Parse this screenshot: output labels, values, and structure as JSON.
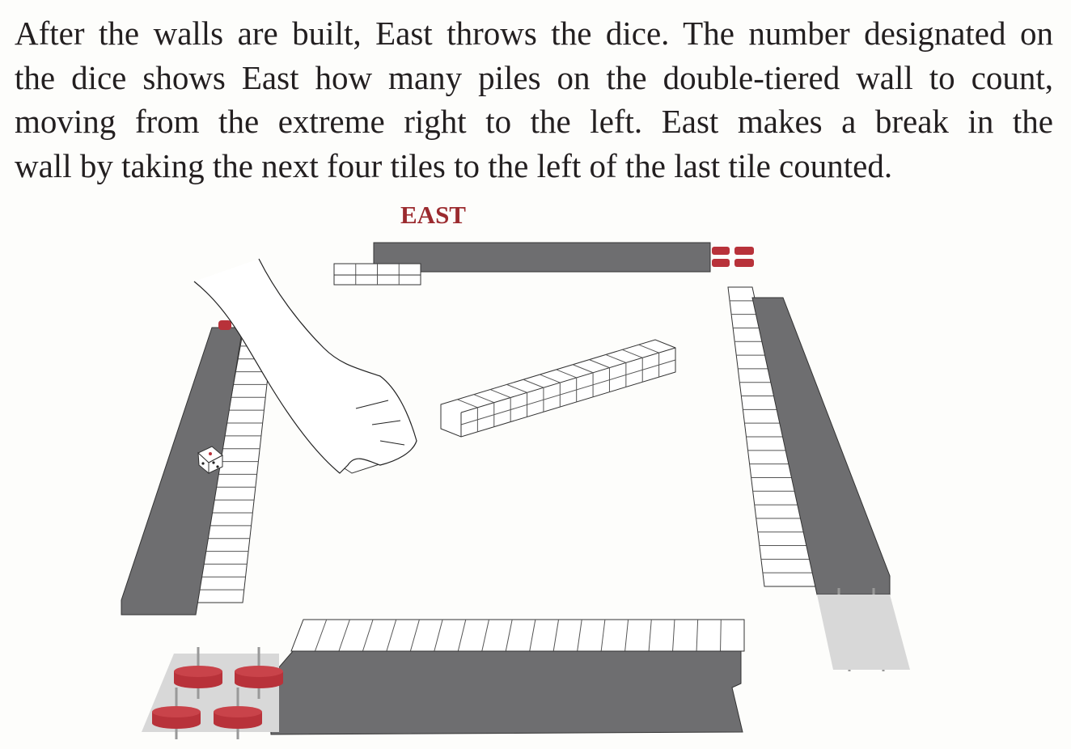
{
  "paragraph": {
    "lines": [
      "After the walls are built, East throws the dice. The number designated on",
      "the dice shows East how many piles on the double-tiered wall to count,",
      "moving from the extreme right to the left.  East makes a break in the",
      "wall by taking the next four tiles to the left of the last tile counted."
    ]
  },
  "illustration": {
    "label": "EAST",
    "colors": {
      "wall": "#6e6e70",
      "tile": "#ffffff",
      "counter": "#b8323a",
      "label": "#9b2a2e"
    }
  }
}
